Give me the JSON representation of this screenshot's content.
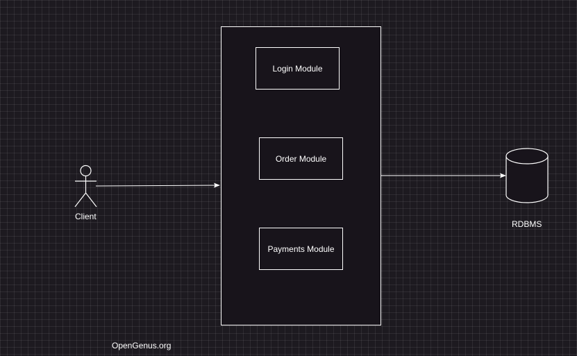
{
  "diagram": {
    "client": {
      "label": "Client",
      "icon": "actor-icon"
    },
    "modules": [
      {
        "label": "Login Module"
      },
      {
        "label": "Order Module"
      },
      {
        "label": "Payments Module"
      }
    ],
    "database": {
      "label": "RDBMS",
      "icon": "database-cylinder-icon"
    },
    "watermark": "OpenGenus.org",
    "colors": {
      "background": "#1d1a20",
      "stroke": "#ffffff",
      "text": "#ffffff"
    }
  }
}
